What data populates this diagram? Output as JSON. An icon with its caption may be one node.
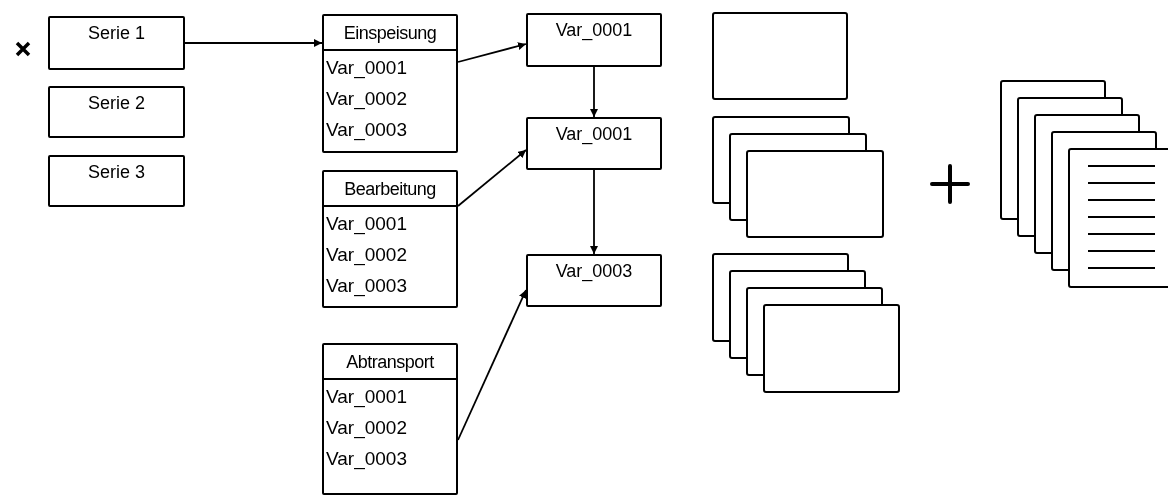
{
  "diagram": {
    "nodes": [
      {
        "text": [
          "Serie 1"
        ]
      },
      {
        "text": [
          "Serie 2"
        ]
      },
      {
        "text": [
          "Serie 3"
        ]
      },
      {
        "text": [
          "Einspeisung",
          "Var_0001",
          "Var_0002",
          "Var_0003"
        ]
      },
      {
        "text": [
          "Bearbeitung",
          "Var_0001",
          "Var_0002",
          "Var_0003"
        ]
      },
      {
        "text": [
          "Abtransport",
          "Var_0001",
          "Var_0002",
          "Var_0003"
        ]
      },
      {
        "text": [
          "Var_0001"
        ]
      },
      {
        "text": [
          "Var_0001"
        ]
      },
      {
        "text": [
          "Var_0003"
        ]
      },
      {
        "text": [],
        "shape": "box"
      },
      {
        "text": [],
        "shape": "box"
      },
      {
        "text": [],
        "shape": "box"
      }
    ],
    "edges": [
      {
        "from": 0,
        "to": 3,
        "arrow": "to"
      },
      {
        "from": 3,
        "to": 6,
        "arrow": "to"
      },
      {
        "from": 4,
        "to": 7,
        "arrow": "to"
      },
      {
        "from": 5,
        "to": 8,
        "arrow": "to"
      },
      {
        "from": 6,
        "to": 7,
        "arrow": "to"
      },
      {
        "from": 7,
        "to": 8,
        "arrow": "to"
      }
    ]
  }
}
